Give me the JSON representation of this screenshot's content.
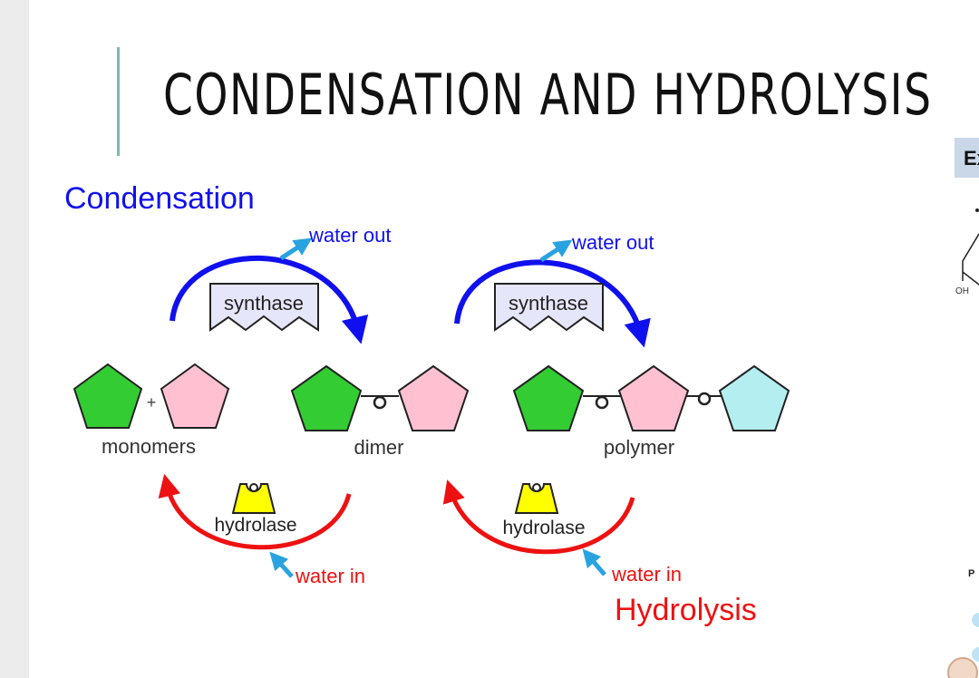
{
  "title": "CONDENSATION AND HYDROLYSIS",
  "labels": {
    "condensation": "Condensation",
    "hydrolysis": "Hydrolysis",
    "water_out": "water out",
    "water_in": "water in",
    "synthase": "synthase",
    "hydrolase": "hydrolase",
    "monomers": "monomers",
    "dimer": "dimer",
    "polymer": "polymer",
    "plus": "+"
  },
  "side_panel": {
    "tab": "Ex",
    "oh": "OH",
    "letter": "P"
  },
  "colors": {
    "condensation": "#1010ee",
    "hydrolysis": "#ee1111",
    "water_arrow": "#29a3e0",
    "monomer_a": "#33cc33",
    "monomer_b": "#ffc1d1",
    "monomer_c": "#b4eef0",
    "synthase_fill": "#e6e6fa",
    "hydrolase_fill": "#ffff00",
    "title_bar": "#7fb6b4"
  },
  "icons": [
    "synthase-enzyme-icon",
    "hydrolase-enzyme-icon",
    "pentagon-monomer-icon",
    "water-arrow-icon"
  ]
}
